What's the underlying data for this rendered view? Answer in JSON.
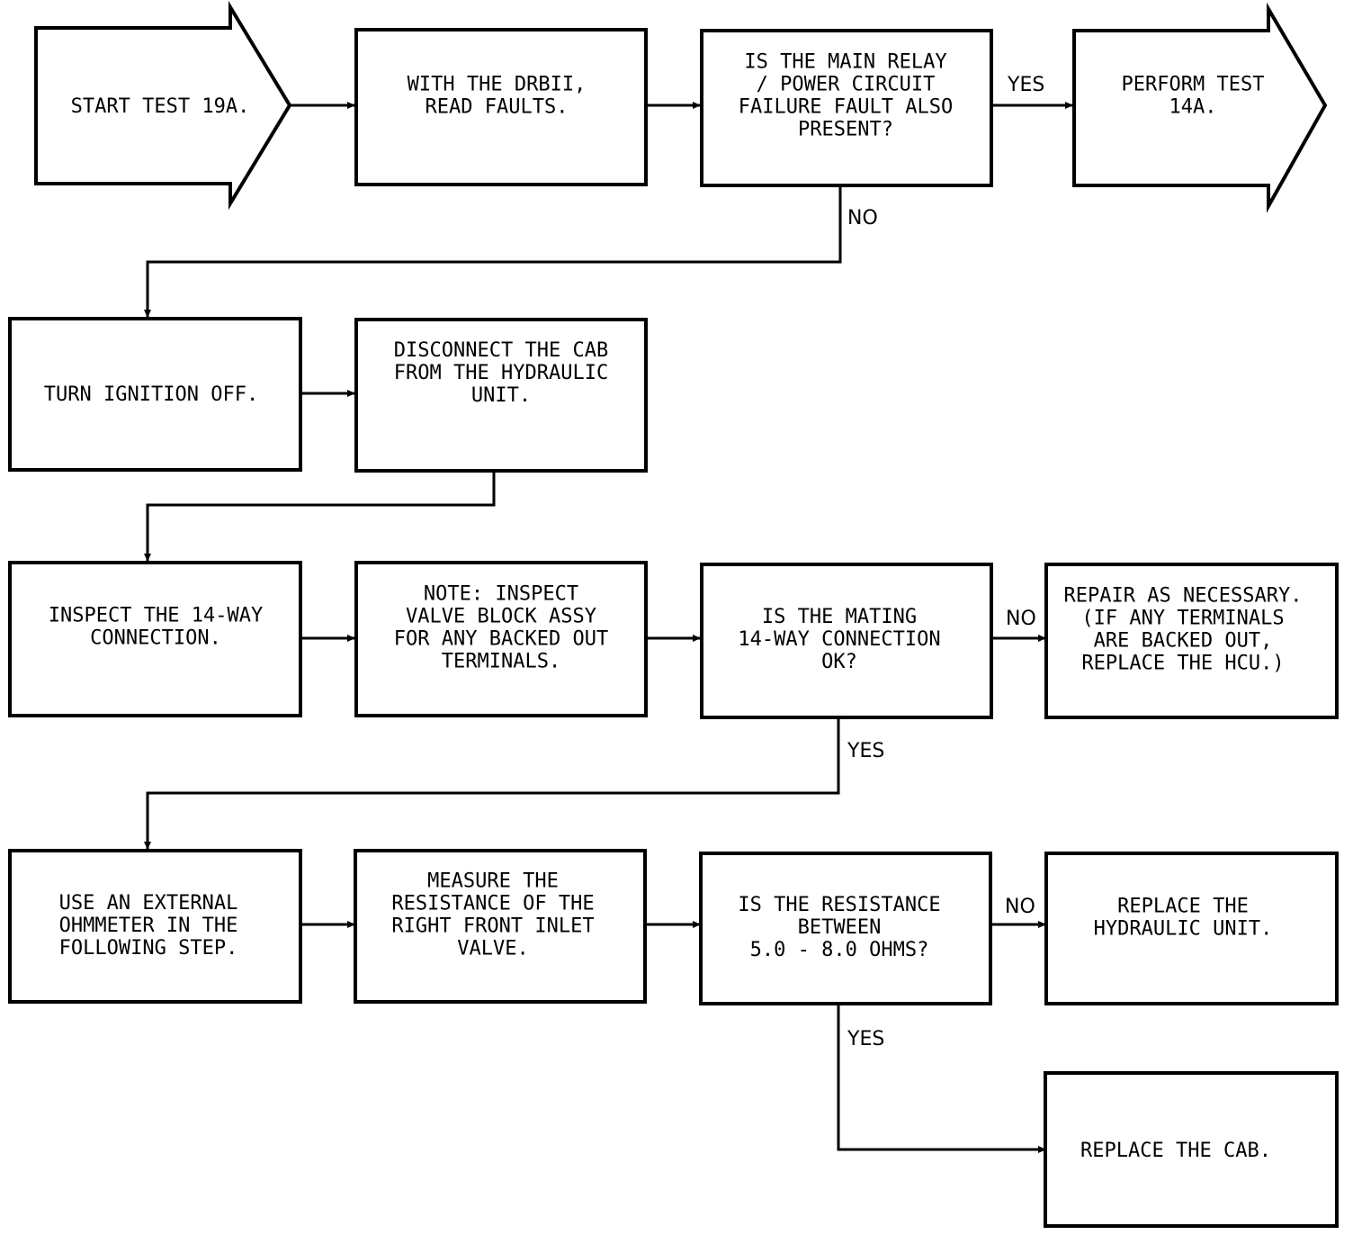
{
  "nodes": {
    "start": [
      "START TEST 19A."
    ],
    "read_faults": [
      "WITH THE DRBII,",
      "READ FAULTS."
    ],
    "relay_question": [
      "IS THE MAIN RELAY",
      "/ POWER CIRCUIT",
      "FAILURE FAULT ALSO",
      "PRESENT?"
    ],
    "perform_14a": [
      "PERFORM TEST",
      "14A."
    ],
    "ignition_off": [
      "TURN IGNITION OFF."
    ],
    "disconnect_cab": [
      "DISCONNECT THE CAB",
      "FROM THE HYDRAULIC",
      "UNIT."
    ],
    "inspect_14way": [
      "INSPECT THE 14-WAY",
      "CONNECTION."
    ],
    "note_inspect": [
      "NOTE:  INSPECT",
      "VALVE BLOCK ASSY",
      "FOR ANY BACKED OUT",
      "TERMINALS."
    ],
    "mating_question": [
      "IS THE MATING",
      "14-WAY CONNECTION",
      "OK?"
    ],
    "repair": [
      "REPAIR AS NECESSARY.",
      "(IF ANY TERMINALS",
      "ARE BACKED OUT,",
      "REPLACE THE HCU.)"
    ],
    "external_ohmmeter": [
      "USE AN EXTERNAL",
      "OHMMETER IN THE",
      "FOLLOWING STEP."
    ],
    "measure": [
      "MEASURE THE",
      "RESISTANCE OF THE",
      "RIGHT FRONT INLET",
      "VALVE."
    ],
    "resistance_question": [
      "IS THE RESISTANCE",
      "BETWEEN",
      "5.0 - 8.0 OHMS?"
    ],
    "replace_hydraulic": [
      "REPLACE THE",
      "HYDRAULIC UNIT."
    ],
    "replace_cab": [
      "REPLACE THE CAB."
    ]
  },
  "edge_labels": {
    "relay_yes": "YES",
    "relay_no": "NO",
    "mating_no": "NO",
    "mating_yes": "YES",
    "resistance_no": "NO",
    "resistance_yes": "YES"
  }
}
